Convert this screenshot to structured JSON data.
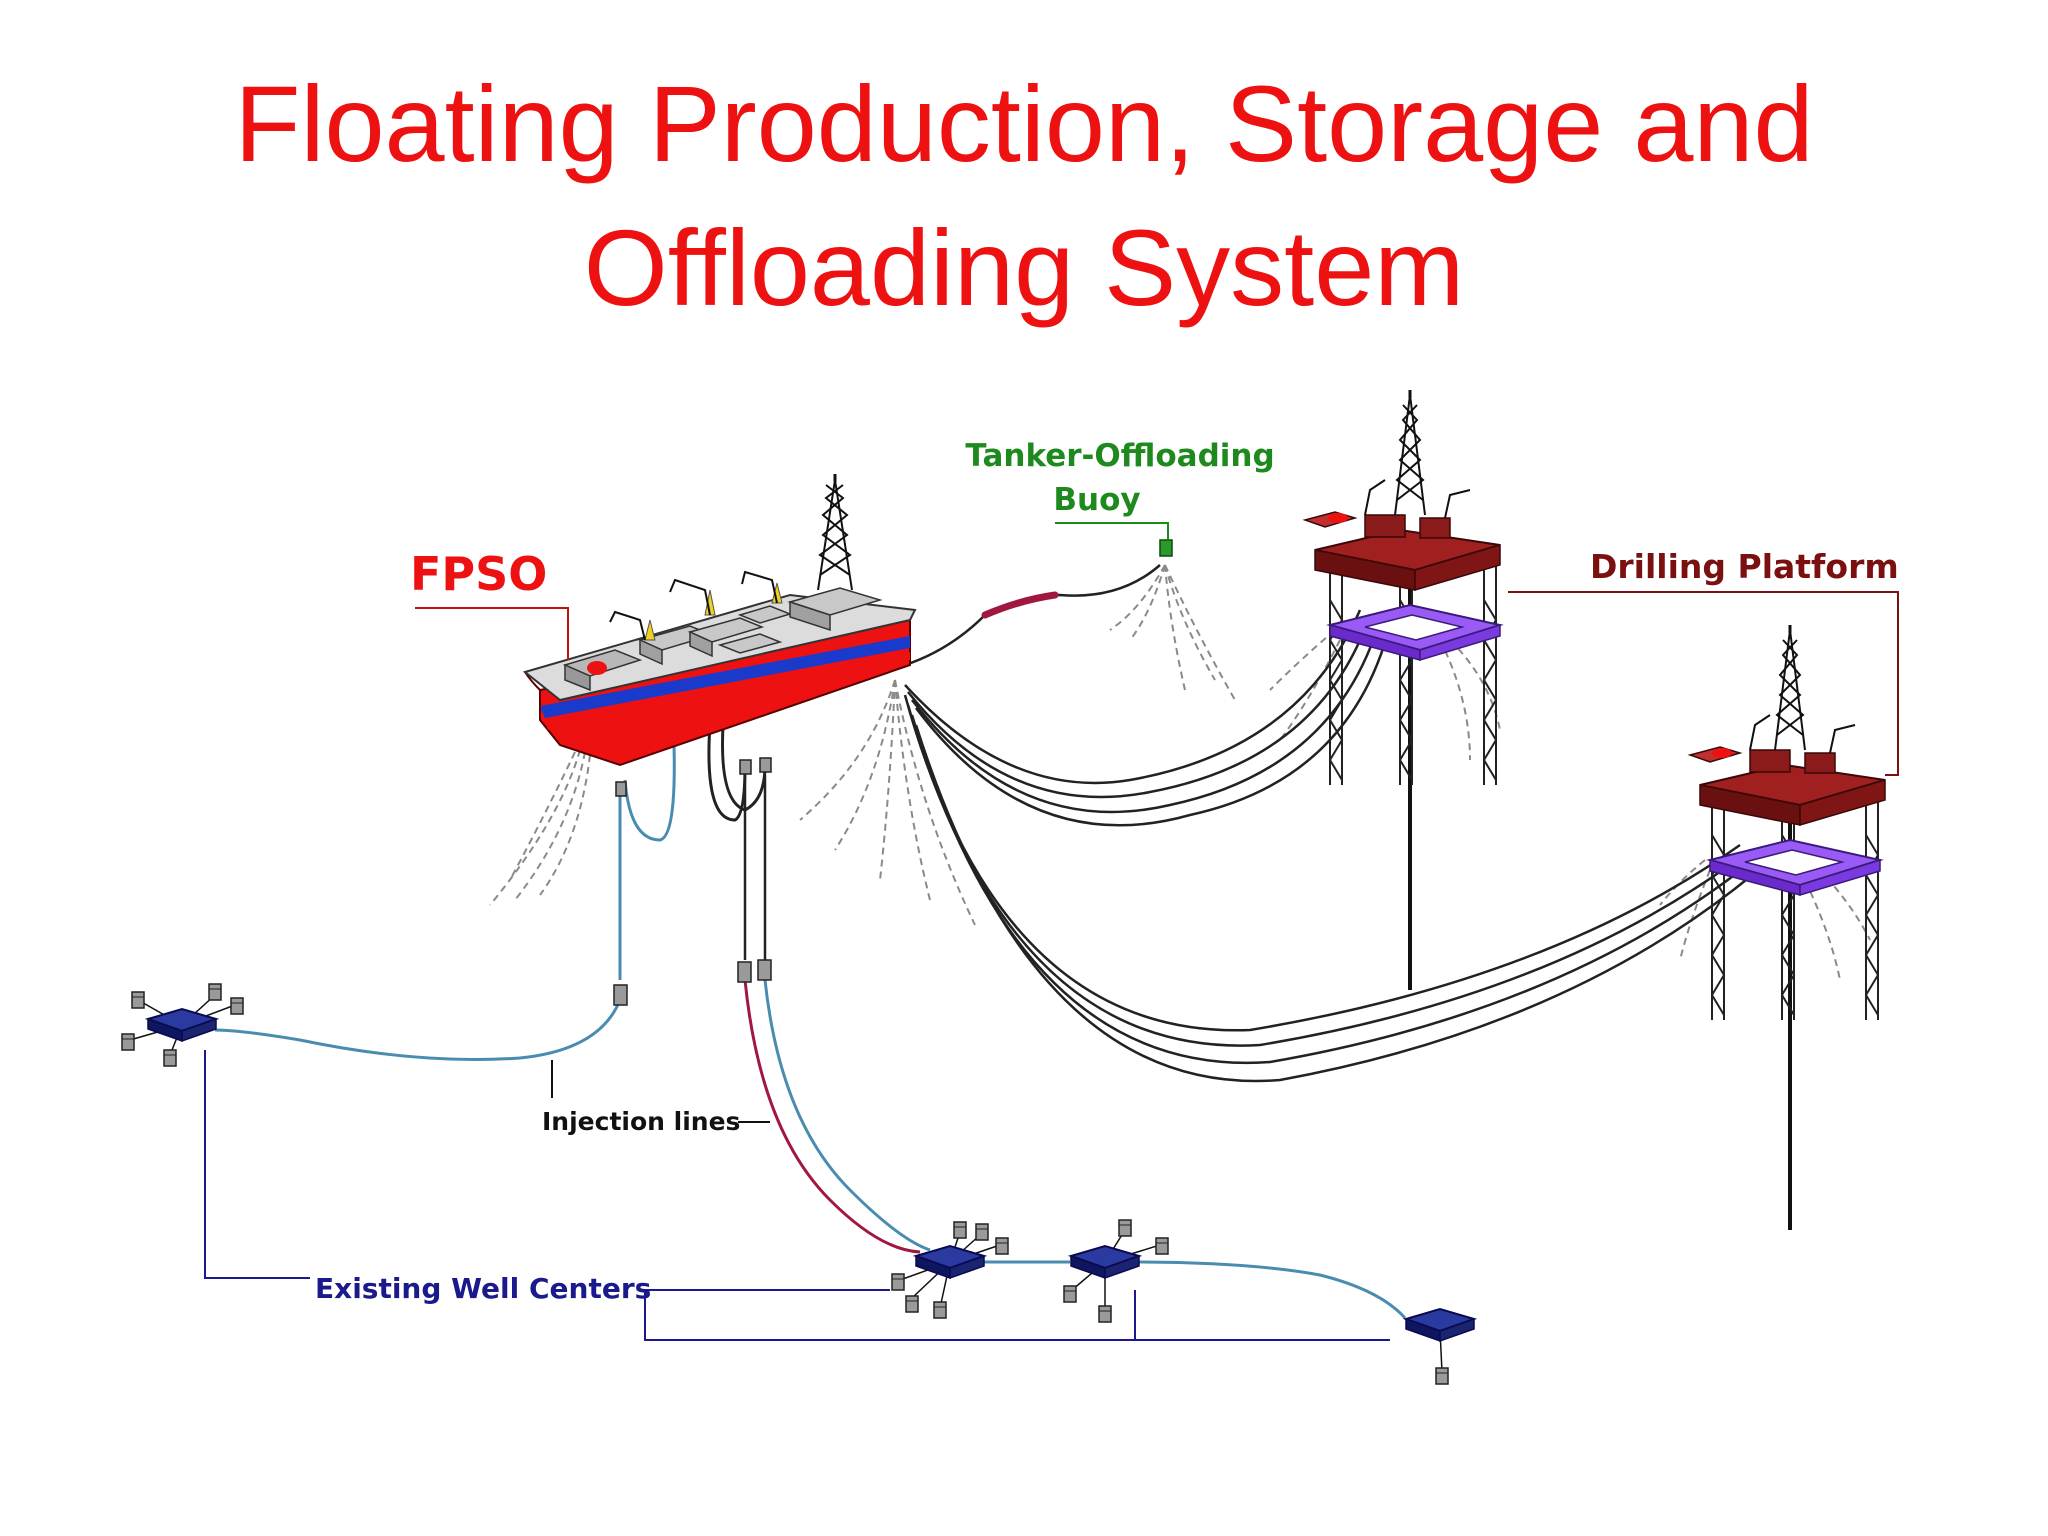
{
  "title": {
    "line1": "Floating Production, Storage and",
    "line2": "Offloading System"
  },
  "labels": {
    "fpso": "FPSO",
    "buoy_line1": "Tanker-Offloading",
    "buoy_line2": "Buoy",
    "drilling_platform": "Drilling Platform",
    "injection_lines": "Injection lines",
    "existing_well_centers": "Existing Well Centers"
  },
  "colors": {
    "title": "#ee1111",
    "fpso_label": "#ee1111",
    "buoy_label": "#1e8a1e",
    "platform_label": "#7a1010",
    "injection_label": "#111111",
    "well_label": "#1a1a8c",
    "hull_red": "#ee1111",
    "hull_blue": "#1a3acc",
    "platform_deck": "#8b1a1a",
    "pontoon": "#8a3cf0",
    "riser_blue": "#4a8cb0",
    "riser_red": "#a01840",
    "well_center": "#1a2a8c"
  }
}
